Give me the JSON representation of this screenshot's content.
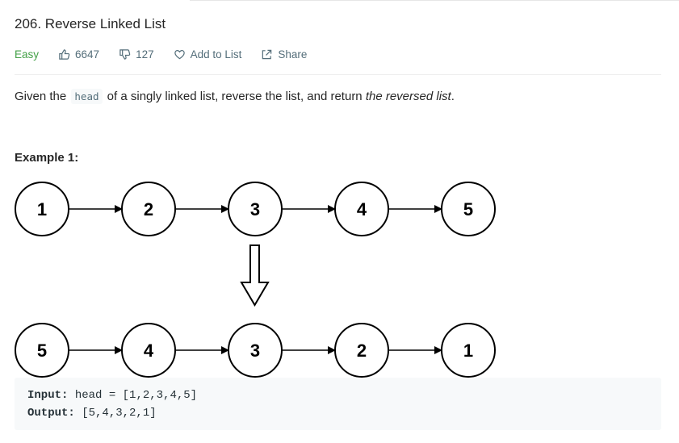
{
  "problem": {
    "title": "206. Reverse Linked List",
    "difficulty": "Easy",
    "likes": "6647",
    "dislikes": "127",
    "add_to_list": "Add to List",
    "share": "Share"
  },
  "description": {
    "part1": "Given the",
    "code": "head",
    "part2": "of a singly linked list, reverse the list, and return",
    "emphasis": "the reversed list",
    "end": "."
  },
  "example": {
    "title": "Example 1:",
    "list_before": [
      "1",
      "2",
      "3",
      "4",
      "5"
    ],
    "list_after": [
      "5",
      "4",
      "3",
      "2",
      "1"
    ],
    "input_label": "Input:",
    "input_value": "head = [1,2,3,4,5]",
    "output_label": "Output:",
    "output_value": "[5,4,3,2,1]"
  },
  "colors": {
    "easy": "#43a047",
    "meta": "#546e7a",
    "code_bg": "#f7f9fa"
  }
}
